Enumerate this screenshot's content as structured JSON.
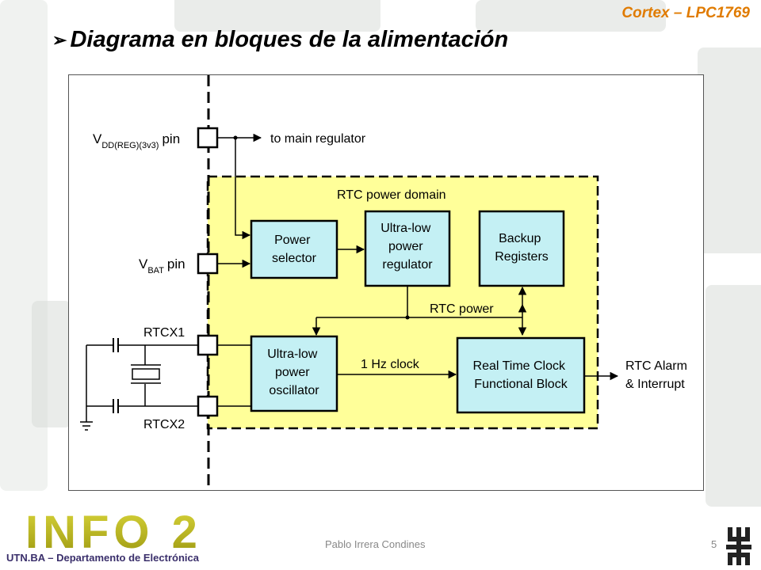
{
  "header": {
    "tag": "Cortex – LPC1769"
  },
  "title": {
    "bullet": "➢",
    "text": "Diagrama en bloques de la alimentación"
  },
  "diagram": {
    "vdd_label_main": "V",
    "vdd_label_sub": "DD(REG)(3v3)",
    "vdd_label_tail": "pin",
    "to_main_regulator": "to main regulator",
    "vbat_label_main": "V",
    "vbat_label_sub": "BAT",
    "vbat_label_tail": "pin",
    "rtcx1": "RTCX1",
    "rtcx2": "RTCX2",
    "domain_label": "RTC power domain",
    "power_selector": [
      "Power",
      "selector"
    ],
    "ultra_low_regulator": [
      "Ultra-low",
      "power",
      "regulator"
    ],
    "backup_registers": [
      "Backup",
      "Registers"
    ],
    "rtc_power": "RTC power",
    "ultra_low_oscillator": [
      "Ultra-low",
      "power",
      "oscillator"
    ],
    "clock_1hz": "1 Hz clock",
    "rtc_block": [
      "Real Time Clock",
      "Functional Block"
    ],
    "rtc_alarm": [
      "RTC Alarm",
      "& Interrupt"
    ]
  },
  "footer": {
    "logo_text": "INFO 2",
    "dept": "UTN.BA – Departamento de Electrónica",
    "author": "Pablo Irrera Condines",
    "page": "5"
  },
  "colors": {
    "accent_orange": "#e07b00",
    "domain_fill": "#ffff99",
    "block_fill": "#c4f0f4",
    "logo_yellow": "#c8c41a",
    "dept_blue": "#3a2f6b"
  }
}
